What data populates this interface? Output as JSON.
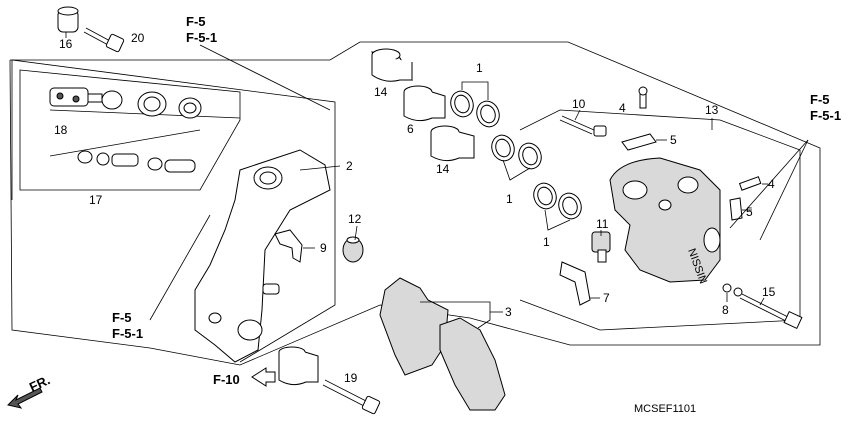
{
  "diagram_code": "MCSEF1101",
  "front_arrow_label": "FR.",
  "references": {
    "f5_top": "F-5",
    "f51_top": "F-5-1",
    "f5_right": "F-5",
    "f51_right": "F-5-1",
    "f5_left": "F-5",
    "f51_left": "F-5-1",
    "f10": "F-10"
  },
  "callouts": {
    "c16": "16",
    "c20": "20",
    "c18": "18",
    "c17": "17",
    "c2": "2",
    "c12": "12",
    "c9": "9",
    "c14a": "14",
    "c6": "6",
    "c14b": "14",
    "c1a": "1",
    "c1b": "1",
    "c1c": "1",
    "c10": "10",
    "c4a": "4",
    "c5a": "5",
    "c13": "13",
    "c4b": "4",
    "c5b": "5",
    "c11": "11",
    "c7": "7",
    "c15": "15",
    "c8": "8",
    "c3": "3",
    "c19": "19"
  }
}
